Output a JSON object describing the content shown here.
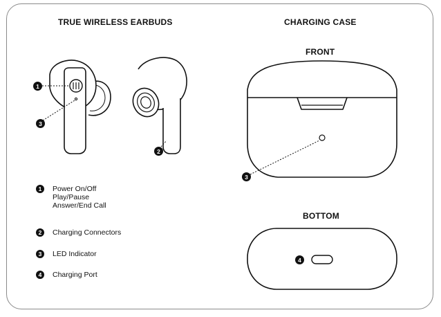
{
  "headings": {
    "earbuds": "TRUE WIRELESS EARBUDS",
    "case": "CHARGING CASE",
    "front": "FRONT",
    "bottom": "BOTTOM"
  },
  "callouts": {
    "earbud_button": "1",
    "earbud_led": "3",
    "earbud_connector": "2",
    "case_led": "3",
    "case_port": "4"
  },
  "legend": [
    {
      "num": "1",
      "lines": [
        "Power On/Off",
        "Play/Pause",
        "Answer/End Call"
      ]
    },
    {
      "num": "2",
      "lines": [
        "Charging Connectors"
      ]
    },
    {
      "num": "3",
      "lines": [
        "LED Indicator"
      ]
    },
    {
      "num": "4",
      "lines": [
        "Charging Port"
      ]
    }
  ]
}
